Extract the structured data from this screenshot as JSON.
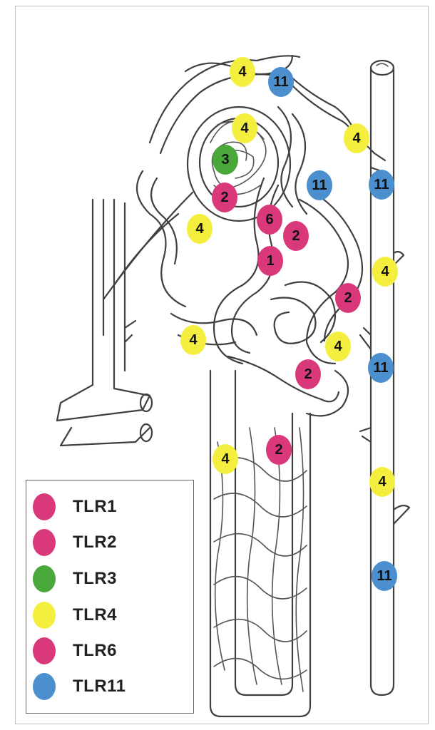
{
  "colors": {
    "tlr1": "#d9397a",
    "tlr2": "#d9397a",
    "tlr3": "#4aa73a",
    "tlr4": "#f4ee3e",
    "tlr6": "#d9397a",
    "tlr11": "#4b8fce"
  },
  "legend": [
    {
      "label": "TLR1",
      "color": "#d9397a"
    },
    {
      "label": "TLR2",
      "color": "#d9397a"
    },
    {
      "label": "TLR3",
      "color": "#4aa73a"
    },
    {
      "label": "TLR4",
      "color": "#f4ee3e"
    },
    {
      "label": "TLR6",
      "color": "#d9397a"
    },
    {
      "label": "TLR11",
      "color": "#4b8fce"
    }
  ],
  "markers": [
    {
      "text": "4",
      "receptor": "tlr4"
    },
    {
      "text": "11",
      "receptor": "tlr11"
    },
    {
      "text": "4",
      "receptor": "tlr4"
    },
    {
      "text": "3",
      "receptor": "tlr3"
    },
    {
      "text": "2",
      "receptor": "tlr2"
    },
    {
      "text": "4",
      "receptor": "tlr4"
    },
    {
      "text": "11",
      "receptor": "tlr11"
    },
    {
      "text": "11",
      "receptor": "tlr11"
    },
    {
      "text": "6",
      "receptor": "tlr6"
    },
    {
      "text": "2",
      "receptor": "tlr2"
    },
    {
      "text": "4",
      "receptor": "tlr4"
    },
    {
      "text": "1",
      "receptor": "tlr1"
    },
    {
      "text": "4",
      "receptor": "tlr4"
    },
    {
      "text": "2",
      "receptor": "tlr2"
    },
    {
      "text": "4",
      "receptor": "tlr4"
    },
    {
      "text": "4",
      "receptor": "tlr4"
    },
    {
      "text": "2",
      "receptor": "tlr2"
    },
    {
      "text": "11",
      "receptor": "tlr11"
    },
    {
      "text": "2",
      "receptor": "tlr2"
    },
    {
      "text": "4",
      "receptor": "tlr4"
    },
    {
      "text": "4",
      "receptor": "tlr4"
    },
    {
      "text": "11",
      "receptor": "tlr11"
    }
  ]
}
